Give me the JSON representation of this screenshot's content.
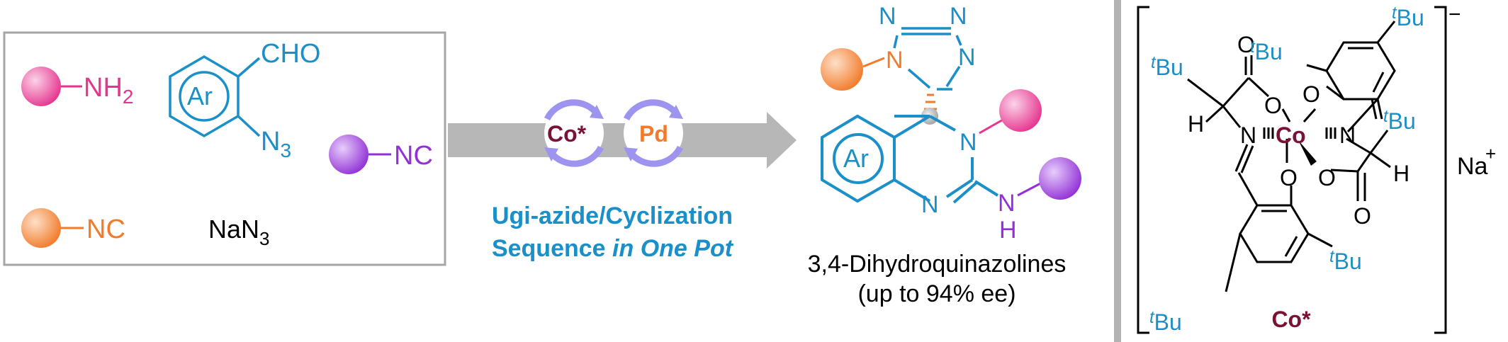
{
  "colors": {
    "pink": "#e6358f",
    "teal": "#1a8fc8",
    "purple": "#9232d6",
    "orange": "#f27b2b",
    "maroon": "#7a1238",
    "arrow": "#b7b7b7",
    "catalyst_ring": "#9d94f0",
    "box_border": "#a6a6a6",
    "bond": "#000000"
  },
  "reactants": {
    "amine_group": "NH",
    "amine_sub": "2",
    "aldehyde": "CHO",
    "azide": "N",
    "azide_sub": "3",
    "isocyanide_1": "NC",
    "isocyanide_2": "NC",
    "sodium_azide": "NaN",
    "sodium_azide_sub": "3",
    "aryl_label": "Ar"
  },
  "catalysts": {
    "cobalt": "Co*",
    "palladium": "Pd"
  },
  "conditions": {
    "line1": "Ugi-azide/Cyclization",
    "line2_normal": "Sequence",
    "line2_italic": "in One Pot"
  },
  "product": {
    "tetrazole_n1": "N",
    "tetrazole_n2": "N",
    "tetrazole_n3": "N",
    "tetrazole_n4": "N",
    "ring_n3": "N",
    "ring_n1": "N",
    "amine_n": "N",
    "amine_h": "H",
    "aryl_label": "Ar",
    "name": "3,4-Dihydroquinazolines",
    "ee": "(up to 94% ee)"
  },
  "catalyst_structure": {
    "charge": "−",
    "counterion": "Na",
    "counterion_charge": "+",
    "metal": "Co",
    "n_left": "N",
    "n_right": "N",
    "o_top_left": "O",
    "o_top_right": "O",
    "o_bottom_left": "O",
    "o_bottom_right": "O",
    "carbonyl_top": "O",
    "carbonyl_bottom": "O",
    "h_left": "H",
    "h_right": "H",
    "tbu_t": "t",
    "tbu_bu": "Bu",
    "label": "Co*"
  }
}
